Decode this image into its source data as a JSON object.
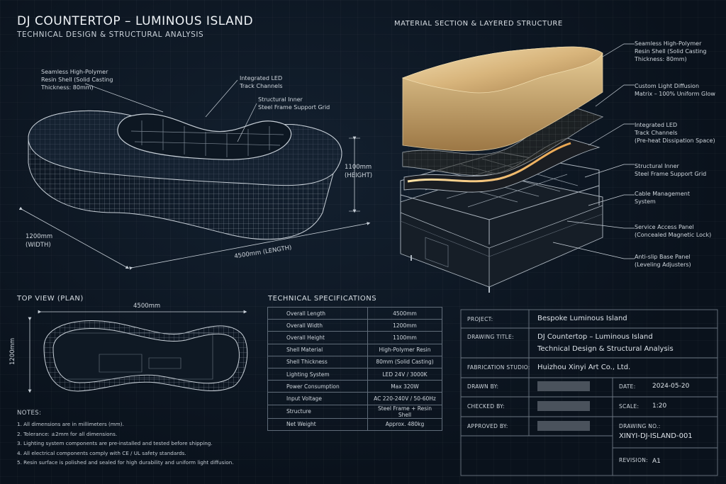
{
  "header": {
    "title": "DJ COUNTERTOP – LUMINOUS ISLAND",
    "subtitle": "TECHNICAL DESIGN & STRUCTURAL ANALYSIS"
  },
  "iso_view": {
    "callout_shell": [
      "Seamless High-Polymer",
      "Resin Shell (Solid Casting",
      "Thickness: 80mm)"
    ],
    "callout_led": [
      "Integrated LED",
      "Track Channels"
    ],
    "callout_frame": [
      "Structural Inner",
      "Steel Frame Support Grid"
    ],
    "dim_height": [
      "1100mm",
      "(HEIGHT)"
    ],
    "dim_width": [
      "1200mm",
      "(WIDTH)"
    ],
    "dim_length": "4500mm (LENGTH)"
  },
  "section_view": {
    "title": "MATERIAL SECTION & LAYERED STRUCTURE",
    "layers": [
      {
        "lines": [
          "Seamless High-Polymer",
          "Resin Shell (Solid Casting",
          "Thickness: 80mm)"
        ]
      },
      {
        "lines": [
          "Custom Light Diffusion",
          "Matrix – 100% Uniform Glow"
        ]
      },
      {
        "lines": [
          "Integrated LED",
          "Track Channels",
          "(Pre-heat Dissipation Space)"
        ]
      },
      {
        "lines": [
          "Structural Inner",
          "Steel Frame Support Grid"
        ]
      },
      {
        "lines": [
          "Cable Management",
          "System"
        ]
      },
      {
        "lines": [
          "Service Access Panel",
          "(Concealed Magnetic Lock)"
        ]
      },
      {
        "lines": [
          "Anti-slip Base Panel",
          "(Leveling Adjusters)"
        ]
      }
    ]
  },
  "top_view": {
    "title": "TOP VIEW (PLAN)",
    "length": "4500mm",
    "width": "1200mm"
  },
  "notes": {
    "title": "NOTES:",
    "items": [
      "1.  All dimensions are in millimeters (mm).",
      "2.  Tolerance: ±2mm for all dimensions.",
      "3.  Lighting system components are pre-installed and tested before shipping.",
      "4.  All electrical components comply with CE / UL safety standards.",
      "5.  Resin surface is polished and sealed for high durability and uniform light diffusion."
    ]
  },
  "specs": {
    "title": "TECHNICAL SPECIFICATIONS",
    "rows": [
      [
        "Overall Length",
        "4500mm"
      ],
      [
        "Overall Width",
        "1200mm"
      ],
      [
        "Overall Height",
        "1100mm"
      ],
      [
        "Shell Material",
        "High-Polymer Resin"
      ],
      [
        "Shell Thickness",
        "80mm (Solid Casting)"
      ],
      [
        "Lighting System",
        "LED 24V / 3000K"
      ],
      [
        "Power Consumption",
        "Max 320W"
      ],
      [
        "Input Voltage",
        "AC 220-240V / 50-60Hz"
      ],
      [
        "Structure",
        "Steel Frame + Resin Shell"
      ],
      [
        "Net Weight",
        "Approx. 480kg"
      ]
    ]
  },
  "title_block": {
    "project_label": "PROJECT:",
    "project_value": "Bespoke Luminous Island",
    "drawing_title_label": "DRAWING TITLE:",
    "drawing_title_value_1": "DJ Countertop – Luminous Island",
    "drawing_title_value_2": "Technical Design & Structural Analysis",
    "studio_label": "FABRICATION STUDIO:",
    "studio_value": "Huizhou Xinyi Art Co., Ltd.",
    "drawn_label": "DRAWN BY:",
    "checked_label": "CHECKED BY:",
    "approved_label": "APPROVED BY:",
    "date_label": "DATE:",
    "date_value": "2024-05-20",
    "scale_label": "SCALE:",
    "scale_value": "1:20",
    "drawing_no_label": "DRAWING NO.:",
    "drawing_no_value": "XINYI-DJ-ISLAND-001",
    "revision_label": "REVISION:",
    "revision_value": "A1"
  },
  "colors": {
    "background": "#0b1420",
    "line": "#c8d0d8",
    "glow": "#f2c27a",
    "redaction": "#4a525c"
  }
}
